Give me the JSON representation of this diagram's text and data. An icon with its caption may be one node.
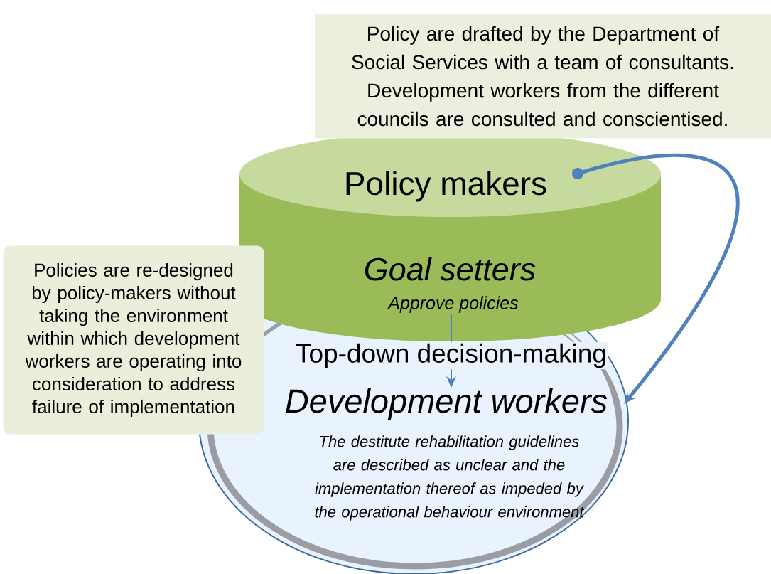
{
  "diagram": {
    "nodes": [
      {
        "text": [
          "Policy are drafted by the Department of Social Services with a team of consultants. Development workers from the different councils are consulted and conscientised."
        ]
      },
      {
        "text": [
          "Policy makers",
          "Goal setters",
          "Approve policies"
        ]
      },
      {
        "text": [
          "Policies are re-designed by policy-makers without taking the environment within which development workers are operating into consideration to address failure of implementation"
        ]
      },
      {
        "text": [
          "Development workers",
          "The destitute rehabilitation guidelines are described as unclear and the implementation thereof as impeded by the operational behaviour environment"
        ]
      }
    ],
    "edges": [
      {
        "from": 1,
        "to": 3,
        "arrow": "to",
        "style": "thick"
      },
      {
        "from": 1,
        "to": 3,
        "arrow": "to",
        "label": "Top-down decision-making"
      }
    ]
  }
}
